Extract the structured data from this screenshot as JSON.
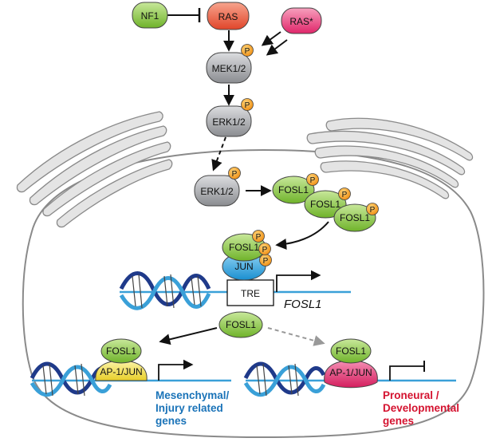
{
  "colors": {
    "green": "#8cc63f",
    "red": "#e8583a",
    "pink": "#e6336b",
    "gray": "#a7a9ac",
    "orange": "#f5a623",
    "blue": "#29a3dd",
    "yellow": "#f4e04d",
    "magenta": "#e22d6b",
    "dna_dark": "#1f3a8a",
    "dna_light": "#3aa0d8"
  },
  "nodes": {
    "nf1": "NF1",
    "ras": "RAS",
    "ras_star": "RAS*",
    "mek": "MEK1/2",
    "erk_cyto": "ERK1/2",
    "erk_nuc": "ERK1/2",
    "fosl1_a": "FOSL1",
    "fosl1_b": "FOSL1",
    "fosl1_c": "FOSL1",
    "fosl1_tre": "FOSL1",
    "jun": "JUN",
    "tre": "TRE",
    "fosl1_gene": "FOSL1",
    "fosl1_free": "FOSL1",
    "fosl1_left": "FOSL1",
    "ap1_left": "AP-1/JUN",
    "fosl1_right": "FOSL1",
    "ap1_right": "AP-1/JUN"
  },
  "phospho": "P",
  "labels": {
    "mes_line1": "Mesenchymal/",
    "mes_line2": "Injury related",
    "mes_line3": "genes",
    "pro_line1": "Proneural /",
    "pro_line2": "Developmental",
    "pro_line3": "genes"
  }
}
